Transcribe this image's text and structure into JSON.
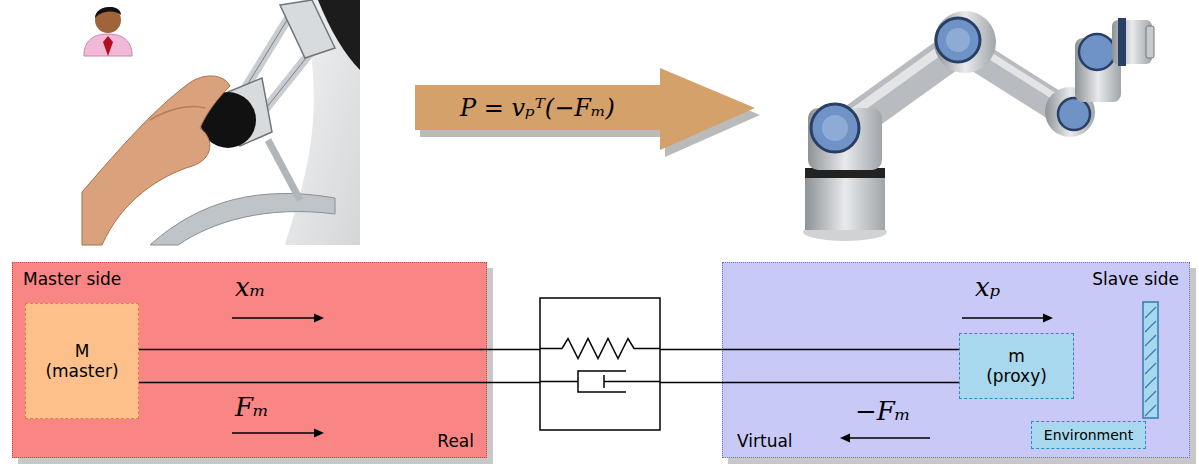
{
  "diagram": {
    "nodes": [
      {
        "text": [
          "P = vₚᵀ(−Fₘ)"
        ]
      },
      {
        "text": [
          "Master side",
          "Real"
        ]
      },
      {
        "text": [
          "M (master)"
        ],
        "in": 1
      },
      {
        "text": [
          "Slave side",
          "Virtual"
        ]
      },
      {
        "text": [
          "m (proxy)"
        ],
        "in": 3
      },
      {
        "text": [
          "Environment"
        ],
        "in": 3
      }
    ],
    "edges": [
      {
        "from": 2,
        "to": 4,
        "arrow": "none"
      }
    ],
    "labels": [
      "xₘ",
      "Fₘ",
      "xₚ",
      "−Fₘ"
    ]
  }
}
